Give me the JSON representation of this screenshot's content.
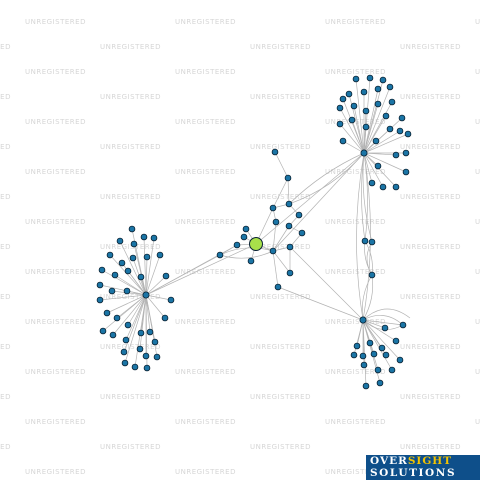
{
  "watermark": {
    "text": "UNREGISTERED"
  },
  "logo": {
    "word1": "OVER",
    "word2": "SIGHT",
    "word3": "SOLUTIONS"
  },
  "colors": {
    "node": "#1b75a6",
    "focus_node": "#a8e04a",
    "edge": "#b3b3b3",
    "logo_bg": "#0e4f8a",
    "logo_accent": "#f2c200"
  }
}
